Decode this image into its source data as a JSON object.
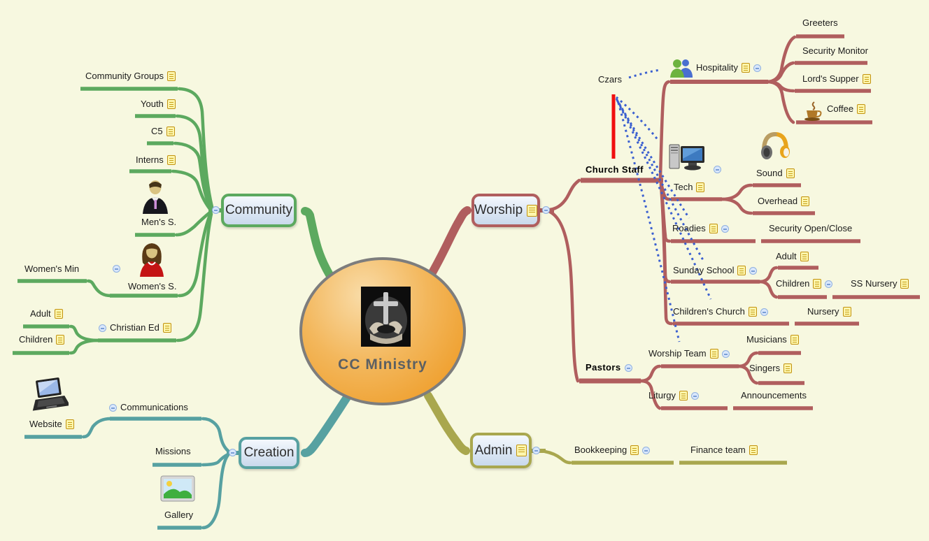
{
  "colors": {
    "background": "#F7F8E0",
    "community": "#5CA95F",
    "worship": "#B05E5E",
    "creation": "#57A1A1",
    "admin": "#A9A74E",
    "relationship_arrows": "#3A5FD0",
    "highlight_bar": "#F01010",
    "node_fill_top": "#F4F8FD",
    "node_fill_bottom": "#C9D9EC",
    "center_fill": "#EFA02F"
  },
  "icons": {
    "note": "yellow-note",
    "collapse": "minus-circle",
    "mens": "businessman",
    "womens": "businesswoman",
    "hospitality": "two-people",
    "tech": "desktop-computer",
    "sound": "headphones",
    "coffee": "coffee-cup",
    "website": "laptop",
    "gallery": "picture",
    "center_image": "hands-holding-cross-photo"
  },
  "center": {
    "title": "CC Ministry"
  },
  "community": {
    "label": "Community",
    "community_groups": "Community Groups",
    "youth": "Youth",
    "c5": "C5",
    "interns": "Interns",
    "mens_s": "Men's S.",
    "womens_s": "Women's S.",
    "womens_min": "Women's Min",
    "christian_ed": "Christian Ed",
    "adult": "Adult",
    "children": "Children"
  },
  "creation": {
    "label": "Creation",
    "communications": "Communications",
    "website": "Website",
    "missions": "Missions",
    "gallery": "Gallery"
  },
  "worship": {
    "label": "Worship",
    "czars": "Czars",
    "church_staff": "Church Staff",
    "hospitality": "Hospitality",
    "greeters": "Greeters",
    "security_monitor": "Security Monitor",
    "lords_supper": "Lord's Supper",
    "coffee": "Coffee",
    "tech": "Tech",
    "sound": "Sound",
    "overhead": "Overhead",
    "roadies": "Roadies",
    "security_open_close": "Security Open/Close",
    "sunday_school": "Sunday School",
    "ss_adult": "Adult",
    "ss_children": "Children",
    "ss_nursery": "SS Nursery",
    "childrens_church": "Children's Church",
    "nursery": "Nursery",
    "pastors": "Pastors",
    "worship_team": "Worship Team",
    "musicians": "Musicians",
    "singers": "Singers",
    "liturgy": "Liturgy",
    "announcements": "Announcements"
  },
  "admin": {
    "label": "Admin",
    "bookkeeping": "Bookkeeping",
    "finance_team": "Finance team"
  }
}
